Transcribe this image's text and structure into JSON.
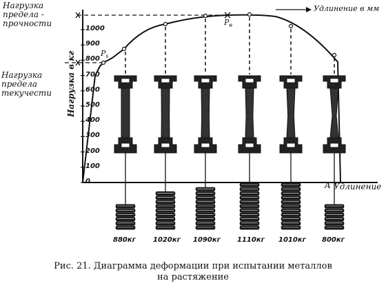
{
  "labels": {
    "ultimate_l1": "Нагрузка",
    "ultimate_l2": "предела -",
    "ultimate_l3": "прочности",
    "yield_l1": "Нагрузка",
    "yield_l2": "предела",
    "yield_l3": "текучести",
    "y_axis": "Нагрузка в кг",
    "x_top": "Удлинение в мм",
    "x_bottom": "Удлинение",
    "point_a": "A",
    "point_ps": "P",
    "point_ps_sub": "s",
    "point_pb": "P",
    "point_pb_sub": "в"
  },
  "y_ticks": [
    "0",
    "100",
    "200",
    "300",
    "400",
    "500",
    "600",
    "700",
    "800",
    "900",
    "1000"
  ],
  "weights": [
    "880кг",
    "1020кг",
    "1090кг",
    "1110кг",
    "1010кг",
    "800кг"
  ],
  "caption": {
    "line1": "Рис. 21. Диаграмма деформации при испытании металлов",
    "line2": "на растяжение"
  },
  "colors": {
    "ink": "#111111",
    "paper": "#ffffff"
  }
}
